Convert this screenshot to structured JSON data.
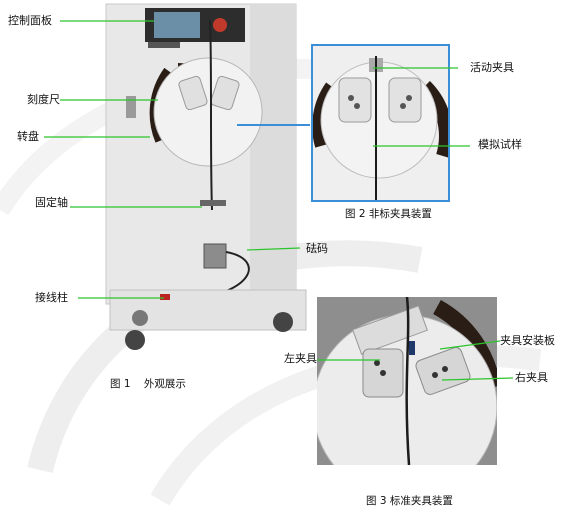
{
  "labels": {
    "control_panel": "控制面板",
    "scale": "刻度尺",
    "turntable": "转盘",
    "fixed_shaft": "固定轴",
    "terminal": "接线柱",
    "weight": "砝码",
    "movable_clamp": "活动夹具",
    "sample": "模拟试样",
    "clamp_plate": "夹具安装板",
    "left_clamp": "左夹具",
    "right_clamp": "右夹具"
  },
  "captions": {
    "fig1": "图 1    外观展示",
    "fig2": "图 2 非标夹具装置",
    "fig3": "图 3 标准夹具装置"
  },
  "colors": {
    "leader_line": "#2cc42c",
    "highlight_box": "#3a8fd8",
    "cabinet": "#e9e9e9",
    "scale_band": "#2a1d15"
  }
}
